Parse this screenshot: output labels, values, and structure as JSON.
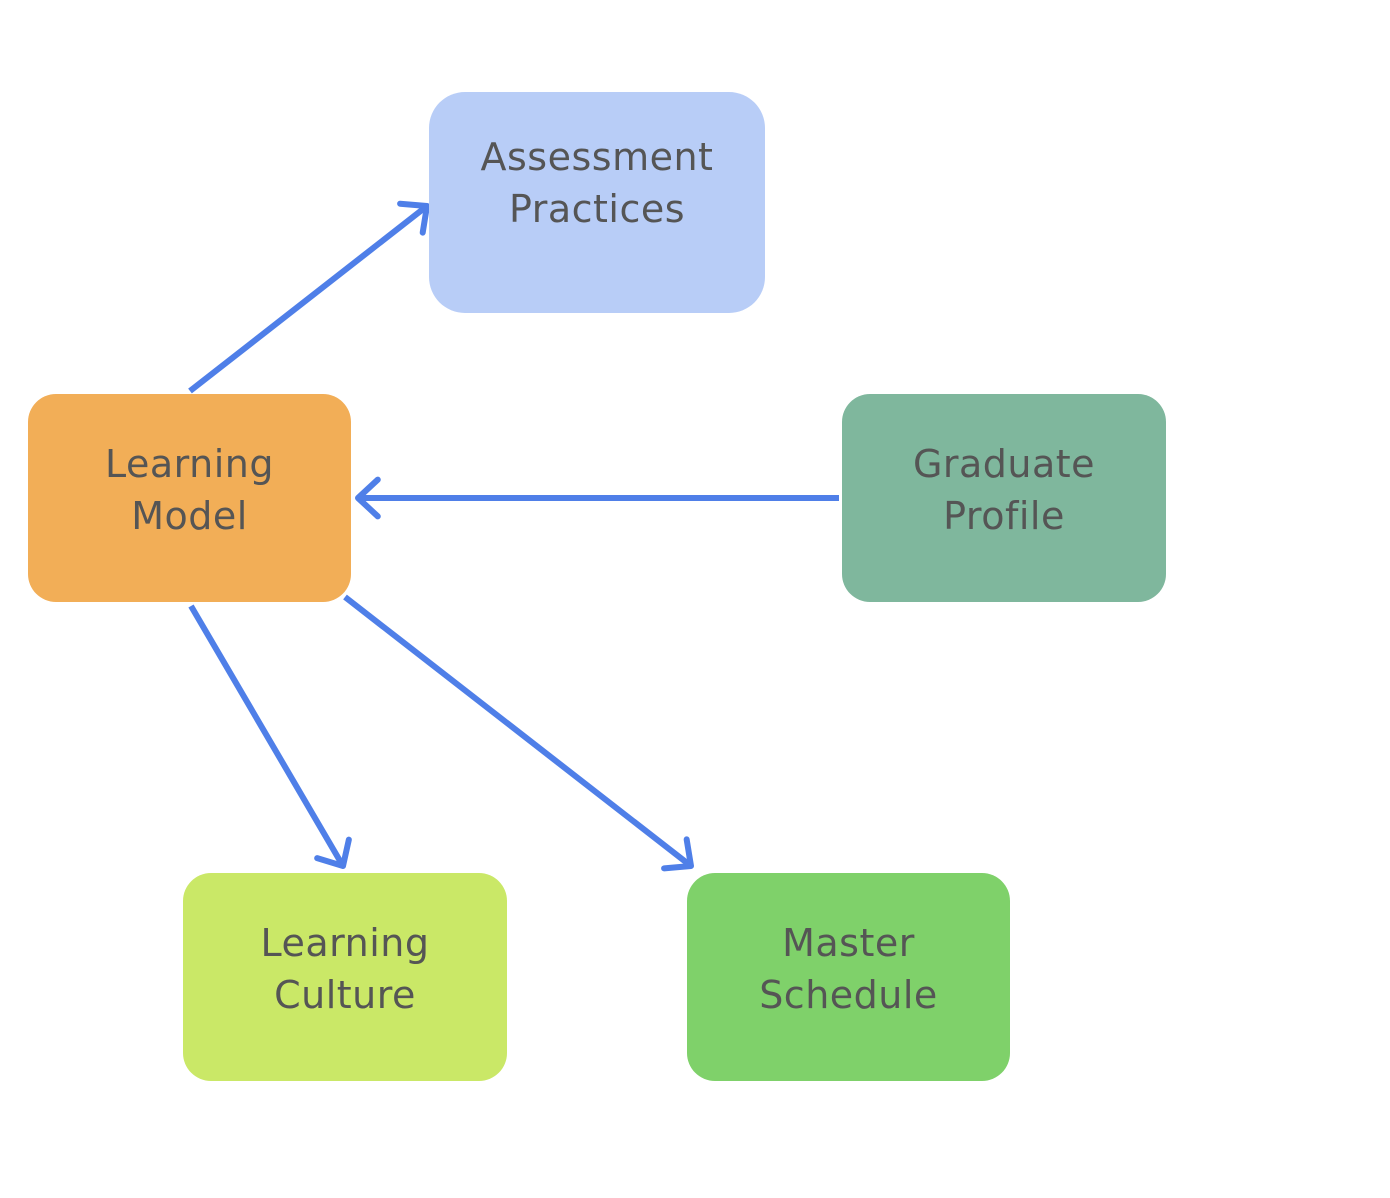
{
  "nodes": {
    "assessment_practices": {
      "line1": "Assessment",
      "line2": "Practices",
      "color": "#b8cdf7"
    },
    "learning_model": {
      "line1": "Learning",
      "line2": "Model",
      "color": "#f2ae57"
    },
    "graduate_profile": {
      "line1": "Graduate",
      "line2": "Profile",
      "color": "#7fb79d"
    },
    "learning_culture": {
      "line1": "Learning",
      "line2": "Culture",
      "color": "#cae867"
    },
    "master_schedule": {
      "line1": "Master",
      "line2": "Schedule",
      "color": "#7fd16a"
    }
  },
  "edges": [
    {
      "from": "learning_model",
      "to": "assessment_practices"
    },
    {
      "from": "graduate_profile",
      "to": "learning_model"
    },
    {
      "from": "learning_model",
      "to": "learning_culture"
    },
    {
      "from": "learning_model",
      "to": "master_schedule"
    }
  ],
  "arrow_color": "#4f7fe8"
}
